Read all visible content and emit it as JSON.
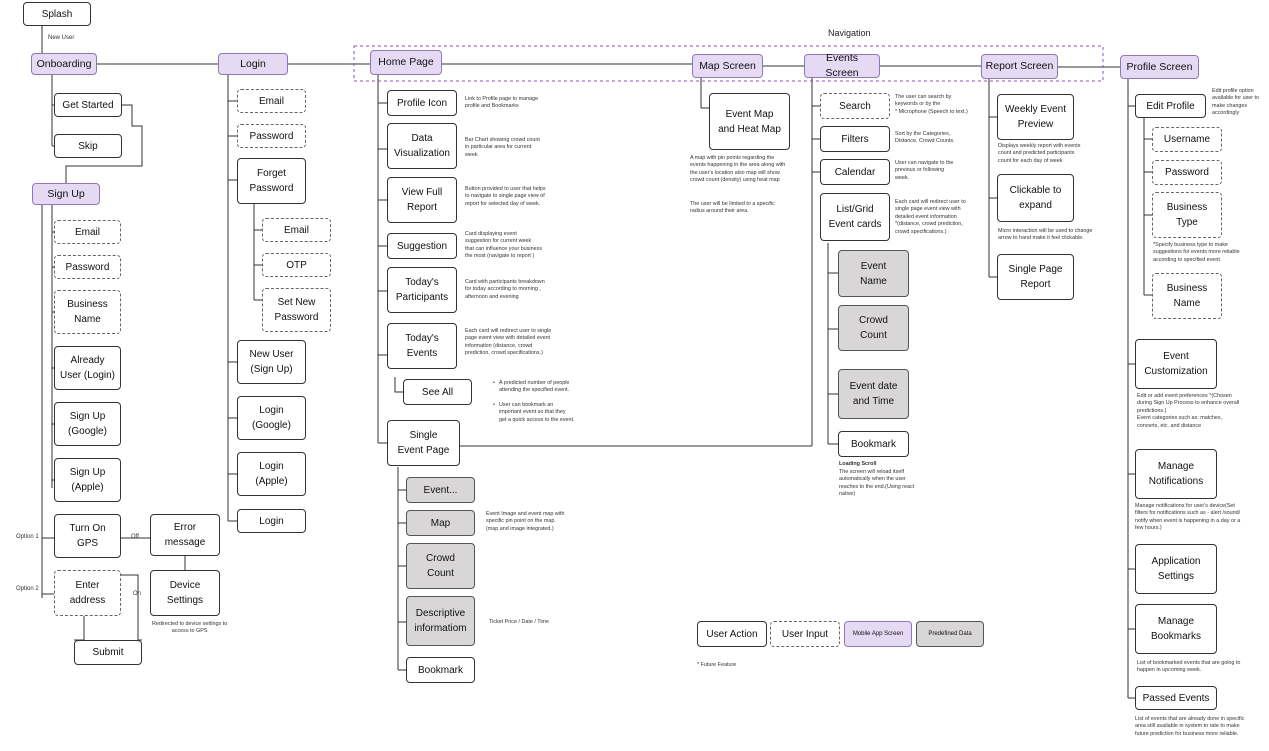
{
  "nodes": {
    "splash": "Splash",
    "onboarding": "Onboarding",
    "get_started": "Get Started",
    "skip": "Skip",
    "sign_up": "Sign Up",
    "su_email": "Email",
    "su_password": "Password",
    "su_business_name": "Business\nName",
    "already_user": "Already\nUser (Login)",
    "su_google": "Sign Up\n(Google)",
    "su_apple": "Sign Up\n(Apple)",
    "turn_on_gps": "Turn On\nGPS",
    "enter_address": "Enter\naddress",
    "submit": "Submit",
    "error_message": "Error\nmessage",
    "device_settings": "Device\nSettings",
    "login": "Login",
    "lg_email": "Email",
    "lg_password": "Password",
    "forget_password": "Forget\nPassword",
    "fp_email": "Email",
    "otp": "OTP",
    "set_new_password": "Set New\nPassword",
    "new_user": "New User\n(Sign Up)",
    "lg_google": "Login\n(Google)",
    "lg_apple": "Login\n(Apple)",
    "lg_login": "Login",
    "home_page": "Home Page",
    "profile_icon": "Profile Icon",
    "data_viz": "Data\nVisualization",
    "view_full_report": "View Full\nReport",
    "suggestion": "Suggestion",
    "todays_participants": "Today's\nParticipants",
    "todays_events": "Today's\nEvents",
    "see_all": "See All",
    "single_event_page": "Single\nEvent Page",
    "event_dots": "Event...",
    "map": "Map",
    "crowd_count_h": "Crowd\nCount",
    "descriptive_info": "Descriptive\ninformatiom",
    "bookmark_h": "Bookmark",
    "map_screen": "Map Screen",
    "event_map": "Event  Map\nand Heat Map",
    "events_screen": "Events Screen",
    "search": "Search",
    "filters": "Filters",
    "calendar": "Calendar",
    "list_grid": "List/Grid\nEvent cards",
    "event_name": "Event\nName",
    "crowd_count_e": "Crowd\nCount",
    "event_date_time": "Event date\nand Time",
    "bookmark_e": "Bookmark",
    "report_screen": "Report Screen",
    "weekly_event_preview": "Weekly Event\nPreview",
    "clickable_expand": "Clickable to\nexpand",
    "single_page_report": "Single Page\nReport",
    "profile_screen": "Profile Screen",
    "edit_profile": "Edit Profile",
    "username": "Username",
    "pf_password": "Password",
    "business_type": "Business\nType",
    "pf_business_name": "Business\nName",
    "event_customization": "Event\nCustomization",
    "manage_notifications": "Manage\nNotifications",
    "application_settings": "Application\nSettings",
    "manage_bookmarks": "Manage\nBookmarks",
    "passed_events": "Passed Events"
  },
  "legend": {
    "user_action": "User Action",
    "user_input": "User Input",
    "mobile_app_screen": "Mobile App Screen",
    "predefined_data": "Predefined Data",
    "future_feature": "*  Future Feature"
  },
  "labels": {
    "navigation": "Navigation",
    "new_user": "New User",
    "option1": "Option 1",
    "option2": "Option 2",
    "off": "Off",
    "on": "On"
  },
  "notes": {
    "device_settings": "Redirected to device settings to\naccess to GPS",
    "profile_icon": "Link to Profile page to manage\nprofile and Bookmarks",
    "data_viz": "Bar Chart showing crowd count\nin particular area for current\nweek",
    "view_full_report": "Button provided to user that helps\nto navigate to single page view of\nreport for selected day of week.",
    "suggestion": "Card displaying event\nsuggestion for current week\nthat can influence your business\nthe most (navigate to report )",
    "todays_participants": "Card with participants breakdown\nfor today according to morning ,\nafternoon and evening",
    "todays_events": "Each card will redirect user to single\npage event view with detailed event\ninformation (distance, crowd\nprediction, crowd specifications.)",
    "bullet1": "A predicted number of people\nattending the specified event.",
    "bullet2": "User can bookmark an\nimportant event so that they\nget a quick access to the event.",
    "event_map_single": "Event Image and event map with\nspecific pin point on the map.\n(map and image integrated.)",
    "ticket": "Ticket Price / Date / Time",
    "map_screen_1": "A map with pin points regarding the\nevents happening in the area along with\nthe user's location also map will show\ncrowd count (density) using heat map",
    "map_screen_2": "The user will be limited to a specific\nradius around their area.",
    "search": "The user can search by\nkeywords or by the\n* Microphone (Speech to text.)",
    "filters": "Sort by the Categories,\nDistance, Crowd Counts.",
    "calendar": "User can navigate to the\nprevious or following\nweek.",
    "list_grid": "Each card will redirect user to\nsingle page event view with\ndetailed event information\n*(distance, crowd prediction,\ncrowd specifications.)",
    "loading_scroll_title": "Loading Scroll",
    "loading_scroll": "The screen will reload itself\nautomatically when the user\nreaches to the end.(Using react\nnative)",
    "weekly_report": "Displays weekly report with events\ncount and predicted participants\ncount for each day of week",
    "micro_interaction": "Micro interaction will be used to change\narrow to hand make it feel clickable.",
    "edit_profile": "Edit profile option\navailable for user to\nmake changes\naccordingly",
    "business_type": "*Specify business type to make\nsuggestions for events more reliable\naccording to specified event.",
    "event_customization": "Edit or add event preferences  *(Chosen\nduring Sign Up Process to enhance overall\npredictions.)\nEvent categories such as: matches,\nconcerts, etc. and distance",
    "manage_notifications": "Manage notifications for user's device(Set\nfilters for notifications such as - alert /sound/\nnotify when event is happening in a day or a\nfew hours.)",
    "manage_bookmarks": "List of bookmarked events that are going to\nhappen in upcoming week.",
    "passed_events": "List of  events that are already done in specific\narea still available in system to rate to make\nfuture prediction for business more reliable."
  },
  "colors": {
    "screen_fill": "#e6d9f3",
    "screen_border": "#9277b8",
    "predefined_fill": "#d8d6d6",
    "nav_dash": "#8a4fc0"
  }
}
